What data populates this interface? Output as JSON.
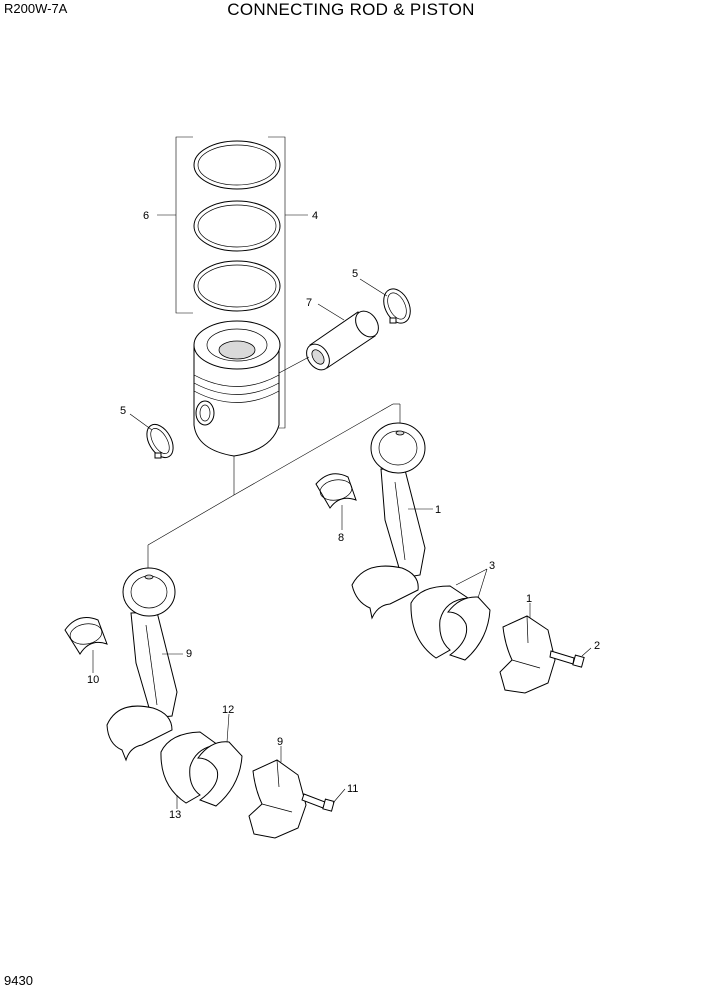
{
  "header": {
    "model": "R200W-7A",
    "title": "CONNECTING ROD & PISTON"
  },
  "footer": {
    "page_number": "9430"
  },
  "callouts": {
    "piston_rings_left": "6",
    "piston_rings_right": "4",
    "snap_ring_top": "5",
    "piston_pin": "7",
    "snap_ring_left": "5",
    "conrod_upper": "1",
    "bushing_upper": "8",
    "bearing_upper": "3",
    "cap_upper": "1",
    "bolt_upper": "2",
    "conrod_lower": "9",
    "bushing_lower": "10",
    "bearing_lower_top": "12",
    "bearing_lower_bottom": "13",
    "cap_lower": "9",
    "bolt_lower": "11"
  }
}
